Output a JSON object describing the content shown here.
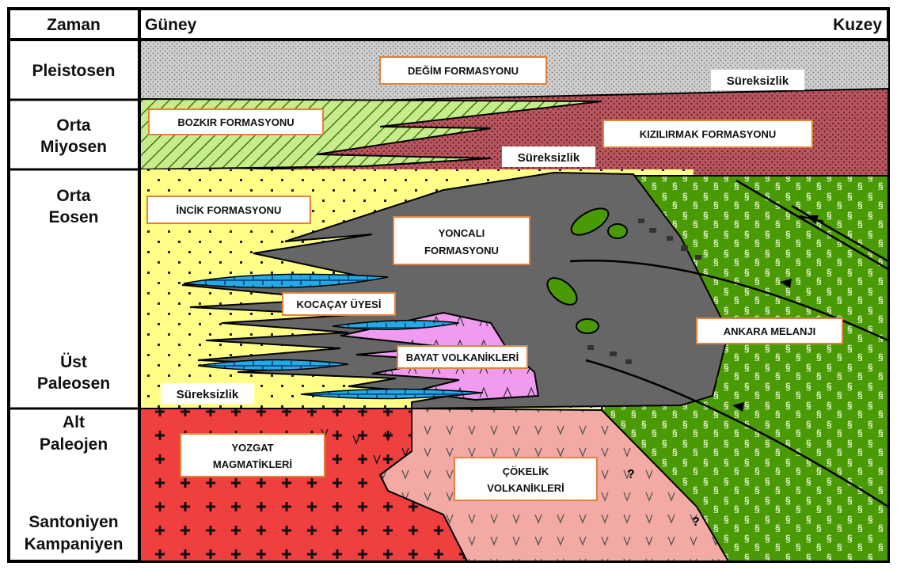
{
  "header": {
    "time_label": "Zaman",
    "south_label": "Güney",
    "north_label": "Kuzey"
  },
  "time_periods": [
    [
      "Pleistosen"
    ],
    [
      "Orta",
      "Miyosen"
    ],
    [
      "Orta",
      "Eosen"
    ],
    [
      "Üst",
      "Paleosen"
    ],
    [
      "Alt",
      "Paleojen"
    ],
    [
      "Santoniyen",
      "Kampaniyen"
    ]
  ],
  "formations": {
    "degim": "DEĞİM FORMASYONU",
    "bozkir": "BOZKIR FORMASYONU",
    "kizilirmak": "KIZILIRMAK FORMASYONU",
    "incik": "İNCİK FORMASYONU",
    "yoncali": [
      "YONCALI",
      "FORMASYONU"
    ],
    "kocacay": "KOCAÇAY ÜYESİ",
    "bayat": "BAYAT VOLKANİKLERİ",
    "ankara": "ANKARA MELANJI",
    "yozgat": [
      "YOZGAT",
      "MAGMATİKLERİ"
    ],
    "cokelik": [
      "ÇÖKELİK",
      "VOLKANİKLERİ"
    ]
  },
  "unconformities": {
    "top": "Süreksizlik",
    "middle": "Süreksizlik",
    "bottom": "Süreksizlik"
  },
  "uncertain_marks": [
    "?",
    "?"
  ],
  "colors": {
    "degim": "#c9c9c9",
    "bozkir": "#c8ec8c",
    "kizilirmak": "#b8545e",
    "incik": "#ffff88",
    "yoncali": "#666666",
    "kocacay": "#22a9e6",
    "bayat": "#f09af0",
    "ankara": "#4a9a06",
    "yozgat": "#ef3f3f",
    "cokelik": "#f4aaa4",
    "label_border": "#e0823a"
  }
}
